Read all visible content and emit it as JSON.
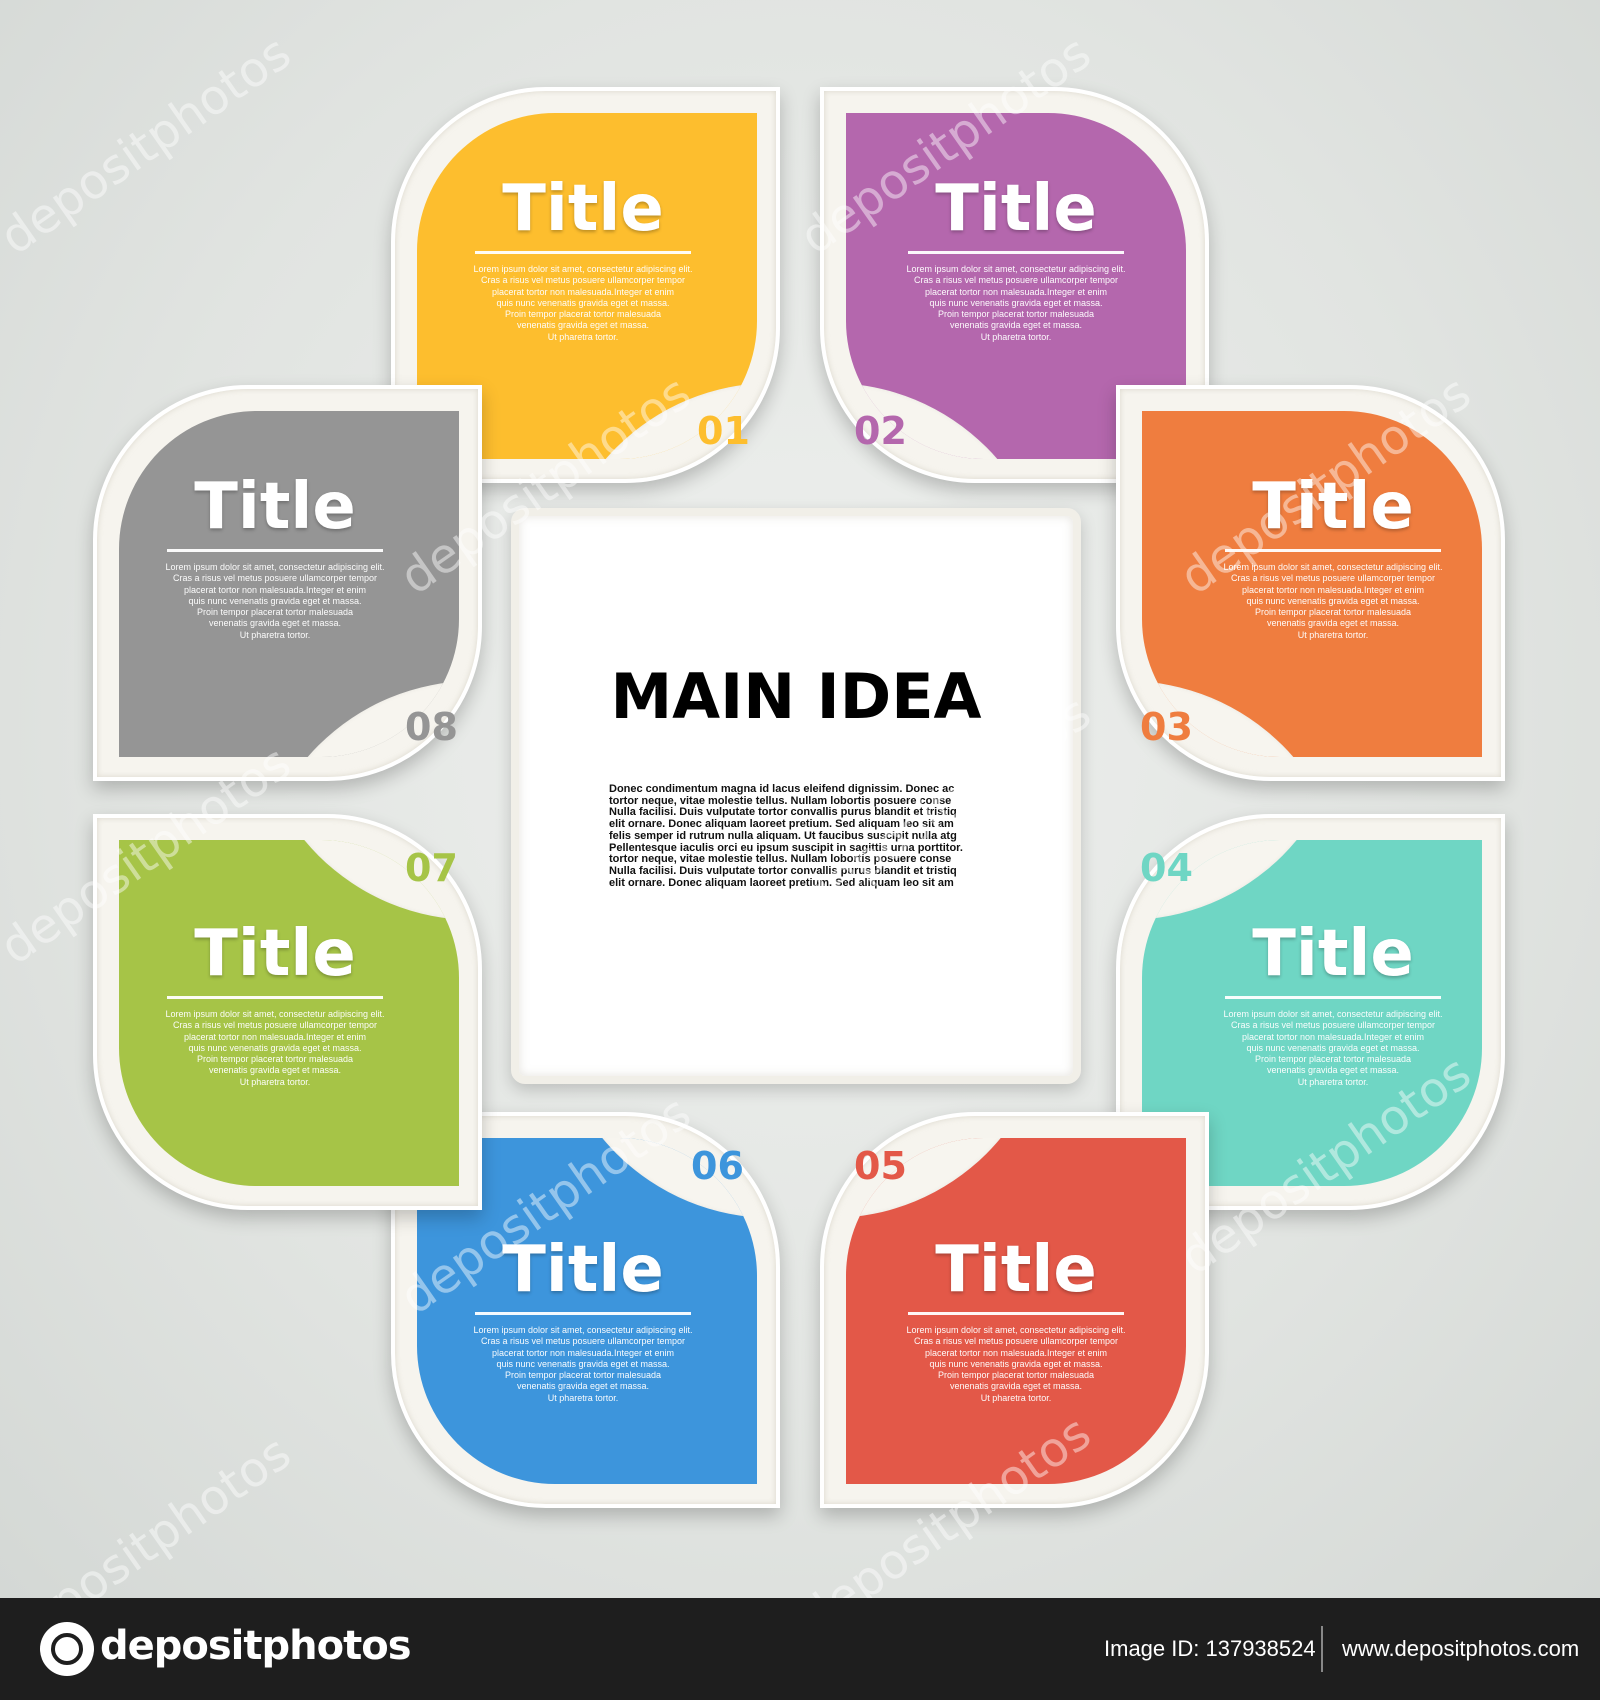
{
  "colors": {
    "s01": "#fdbe2e",
    "s02": "#b467ad",
    "s03": "#ef7d3f",
    "s04": "#6fd6c4",
    "s05": "#e35848",
    "s06": "#3d95dc",
    "s07": "#a6c447",
    "s08": "#959595"
  },
  "steps": [
    {
      "number": "01",
      "title": "Title",
      "body": "Lorem ipsum dolor sit amet, consectetur adipiscing elit.\nCras a risus vel metus posuere ullamcorper tempor\nplacerat tortor non malesuada.Integer et enim\nquis nunc venenatis gravida eget et massa.\nProin tempor placerat tortor  malesuada\nvenenatis gravida eget et massa.\nUt pharetra tortor."
    },
    {
      "number": "02",
      "title": "Title",
      "body": "Lorem ipsum dolor sit amet, consectetur adipiscing elit.\nCras a risus vel metus posuere ullamcorper tempor\nplacerat tortor non malesuada.Integer et enim\nquis nunc venenatis gravida eget et massa.\nProin tempor placerat tortor  malesuada\nvenenatis gravida eget et massa.\nUt pharetra tortor."
    },
    {
      "number": "03",
      "title": "Title",
      "body": "Lorem ipsum dolor sit amet, consectetur adipiscing elit.\nCras a risus vel metus posuere ullamcorper tempor\nplacerat tortor non malesuada.Integer et enim\nquis nunc venenatis gravida eget et massa.\nProin tempor placerat tortor  malesuada\nvenenatis gravida eget et massa.\nUt pharetra tortor."
    },
    {
      "number": "04",
      "title": "Title",
      "body": "Lorem ipsum dolor sit amet, consectetur adipiscing elit.\nCras a risus vel metus posuere ullamcorper tempor\nplacerat tortor non malesuada.Integer et enim\nquis nunc venenatis gravida eget et massa.\nProin tempor placerat tortor  malesuada\nvenenatis gravida eget et massa.\nUt pharetra tortor."
    },
    {
      "number": "05",
      "title": "Title",
      "body": "Lorem ipsum dolor sit amet, consectetur adipiscing elit.\nCras a risus vel metus posuere ullamcorper tempor\nplacerat tortor non malesuada.Integer et enim\nquis nunc venenatis gravida eget et massa.\nProin tempor placerat tortor  malesuada\nvenenatis gravida eget et massa.\nUt pharetra tortor."
    },
    {
      "number": "06",
      "title": "Title",
      "body": "Lorem ipsum dolor sit amet, consectetur adipiscing elit.\nCras a risus vel metus posuere ullamcorper tempor\nplacerat tortor non malesuada.Integer et enim\nquis nunc venenatis gravida eget et massa.\nProin tempor placerat tortor  malesuada\nvenenatis gravida eget et massa.\nUt pharetra tortor."
    },
    {
      "number": "07",
      "title": "Title",
      "body": "Lorem ipsum dolor sit amet, consectetur adipiscing elit.\nCras a risus vel metus posuere ullamcorper tempor\nplacerat tortor non malesuada.Integer et enim\nquis nunc venenatis gravida eget et massa.\nProin tempor placerat tortor  malesuada\nvenenatis gravida eget et massa.\nUt pharetra tortor."
    },
    {
      "number": "08",
      "title": "Title",
      "body": "Lorem ipsum dolor sit amet, consectetur adipiscing elit.\nCras a risus vel metus posuere ullamcorper tempor\nplacerat tortor non malesuada.Integer et enim\nquis nunc venenatis gravida eget et massa.\nProin tempor placerat tortor  malesuada\nvenenatis gravida eget et massa.\nUt pharetra tortor."
    }
  ],
  "center": {
    "title": "MAIN IDEA",
    "body": "Donec condimentum magna id lacus eleifend dignissim. Donec ac\ntortor neque, vitae molestie tellus. Nullam lobortis posuere  conse\nNulla facilisi. Duis vulputate tortor convallis purus blandit et tristiq\nelit ornare. Donec aliquam laoreet pretium. Sed aliquam leo sit am\nfelis semper id rutrum nulla aliquam. Ut faucibus suscipit nulla atg\nPellentesque iaculis orci eu ipsum suscipit in sagittis urna porttitor.\ntortor neque, vitae molestie tellus. Nullam lobortis posuere  conse\nNulla facilisi. Duis vulputate tortor convallis purus blandit et tristiq\nelit ornare. Donec aliquam laoreet pretium. Sed aliquam leo sit am"
  },
  "watermark": {
    "text": "depositphotos"
  },
  "footer": {
    "logo_text": "depositphotos",
    "image_id": "Image ID: 137938524",
    "site": "www.depositphotos.com"
  }
}
